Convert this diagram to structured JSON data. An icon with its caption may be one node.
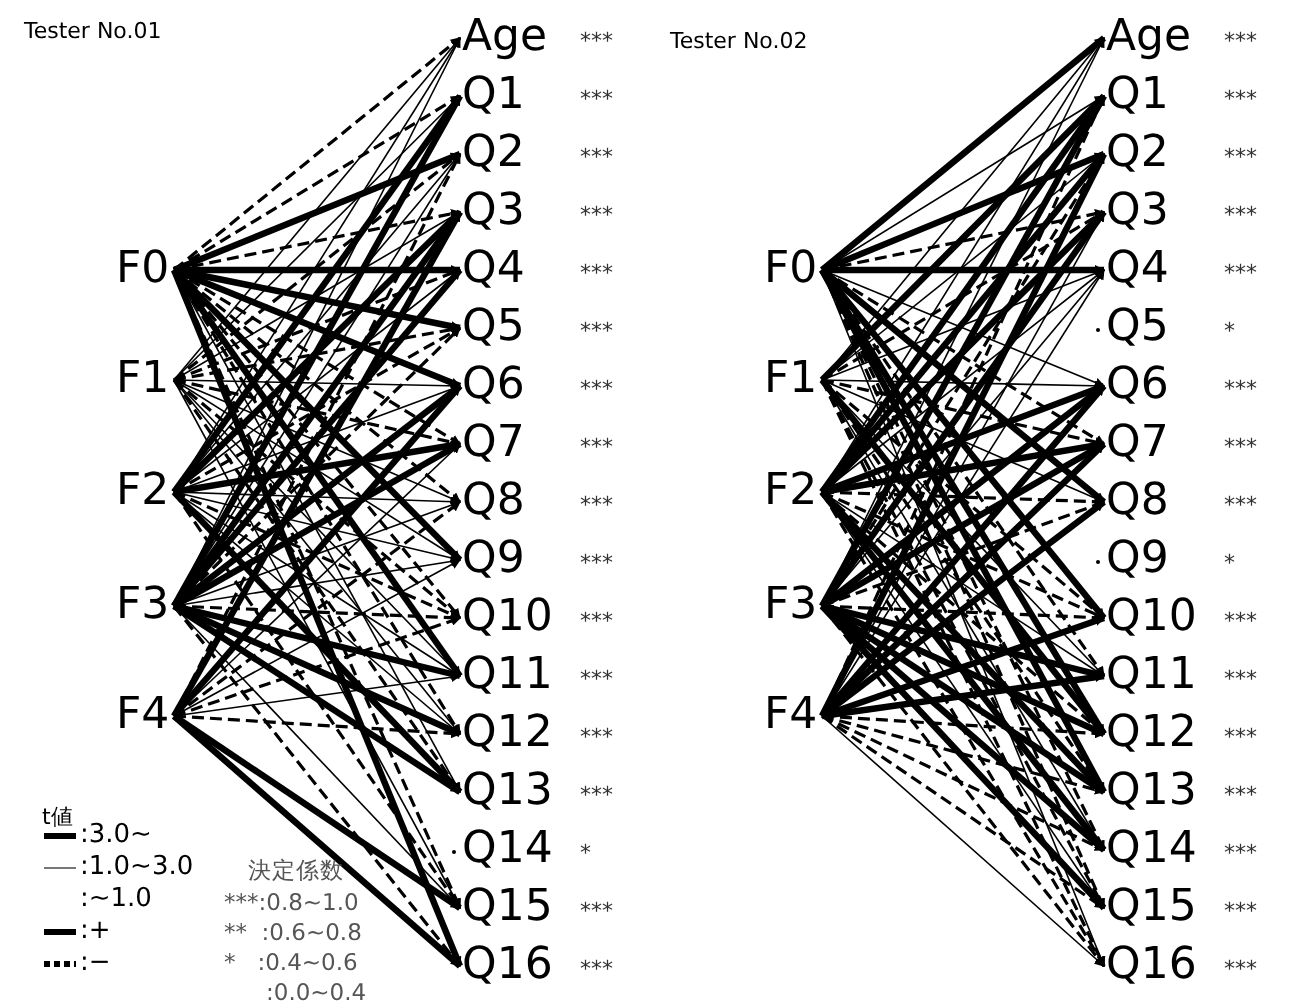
{
  "diagram": {
    "nodes": [
      {
        "text": [
          "F0"
        ]
      },
      {
        "text": [
          "F1"
        ]
      },
      {
        "text": [
          "F2"
        ]
      },
      {
        "text": [
          "F3"
        ]
      },
      {
        "text": [
          "F4"
        ]
      },
      {
        "text": [
          "Age"
        ],
        "beside": [
          "***"
        ]
      },
      {
        "text": [
          "Q1"
        ],
        "beside": [
          "***"
        ]
      },
      {
        "text": [
          "Q2"
        ],
        "beside": [
          "***"
        ]
      },
      {
        "text": [
          "Q3"
        ],
        "beside": [
          "***"
        ]
      },
      {
        "text": [
          "Q4"
        ],
        "beside": [
          "***"
        ]
      },
      {
        "text": [
          "Q5"
        ],
        "beside": [
          "***"
        ]
      },
      {
        "text": [
          "Q6"
        ],
        "beside": [
          "***"
        ]
      },
      {
        "text": [
          "Q7"
        ],
        "beside": [
          "***"
        ]
      },
      {
        "text": [
          "Q8"
        ],
        "beside": [
          "***"
        ]
      },
      {
        "text": [
          "Q9"
        ],
        "beside": [
          "***"
        ]
      },
      {
        "text": [
          "Q10"
        ],
        "beside": [
          "***"
        ]
      },
      {
        "text": [
          "Q11"
        ],
        "beside": [
          "***"
        ]
      },
      {
        "text": [
          "Q12"
        ],
        "beside": [
          "***"
        ]
      },
      {
        "text": [
          "Q13"
        ],
        "beside": [
          "***"
        ]
      },
      {
        "text": [
          "Q14"
        ],
        "beside": [
          "*"
        ]
      },
      {
        "text": [
          "Q15"
        ],
        "beside": [
          "***"
        ]
      },
      {
        "text": [
          "Q16"
        ],
        "beside": [
          "***"
        ]
      },
      {
        "text": [
          "F0"
        ]
      },
      {
        "text": [
          "F1"
        ]
      },
      {
        "text": [
          "F2"
        ]
      },
      {
        "text": [
          "F3"
        ]
      },
      {
        "text": [
          "F4"
        ]
      },
      {
        "text": [
          "Age"
        ],
        "beside": [
          "***"
        ]
      },
      {
        "text": [
          "Q1"
        ],
        "beside": [
          "***"
        ]
      },
      {
        "text": [
          "Q2"
        ],
        "beside": [
          "***"
        ]
      },
      {
        "text": [
          "Q3"
        ],
        "beside": [
          "***"
        ]
      },
      {
        "text": [
          "Q4"
        ],
        "beside": [
          "***"
        ]
      },
      {
        "text": [
          "Q5"
        ],
        "beside": [
          "*"
        ]
      },
      {
        "text": [
          "Q6"
        ],
        "beside": [
          "***"
        ]
      },
      {
        "text": [
          "Q7"
        ],
        "beside": [
          "***"
        ]
      },
      {
        "text": [
          "Q8"
        ],
        "beside": [
          "***"
        ]
      },
      {
        "text": [
          "Q9"
        ],
        "beside": [
          "*"
        ]
      },
      {
        "text": [
          "Q10"
        ],
        "beside": [
          "***"
        ]
      },
      {
        "text": [
          "Q11"
        ],
        "beside": [
          "***"
        ]
      },
      {
        "text": [
          "Q12"
        ],
        "beside": [
          "***"
        ]
      },
      {
        "text": [
          "Q13"
        ],
        "beside": [
          "***"
        ]
      },
      {
        "text": [
          "Q14"
        ],
        "beside": [
          "***"
        ]
      },
      {
        "text": [
          "Q15"
        ],
        "beside": [
          "***"
        ]
      },
      {
        "text": [
          "Q16"
        ],
        "beside": [
          "***"
        ]
      }
    ],
    "edges": [
      {
        "from": 0,
        "to": 5,
        "arrow": "to",
        "style": "dashed"
      },
      {
        "from": 0,
        "to": 6,
        "arrow": "to",
        "style": "dashed"
      },
      {
        "from": 0,
        "to": 7,
        "arrow": "to",
        "style": "thick"
      },
      {
        "from": 0,
        "to": 8,
        "arrow": "to",
        "style": "dashed"
      },
      {
        "from": 0,
        "to": 9,
        "arrow": "to",
        "style": "thick"
      },
      {
        "from": 0,
        "to": 10,
        "arrow": "to",
        "style": "thick"
      },
      {
        "from": 0,
        "to": 11,
        "arrow": "to",
        "style": "thick"
      },
      {
        "from": 0,
        "to": 12,
        "arrow": "to",
        "style": "dashed"
      },
      {
        "from": 0,
        "to": 13,
        "arrow": "to",
        "style": "dashed"
      },
      {
        "from": 0,
        "to": 14,
        "arrow": "to",
        "style": "thick"
      },
      {
        "from": 0,
        "to": 15,
        "arrow": "to",
        "style": "dashed"
      },
      {
        "from": 0,
        "to": 16,
        "arrow": "to",
        "style": "thick"
      },
      {
        "from": 0,
        "to": 17,
        "arrow": "to",
        "style": "dashed"
      },
      {
        "from": 0,
        "to": 18,
        "arrow": "to"
      },
      {
        "from": 0,
        "to": 20,
        "arrow": "to",
        "style": "dashed"
      },
      {
        "from": 0,
        "to": 21,
        "arrow": "to",
        "style": "thick"
      },
      {
        "from": 1,
        "to": 5,
        "arrow": "to"
      },
      {
        "from": 1,
        "to": 6,
        "arrow": "to"
      },
      {
        "from": 1,
        "to": 7,
        "arrow": "to",
        "style": "dashed"
      },
      {
        "from": 1,
        "to": 8,
        "arrow": "to"
      },
      {
        "from": 1,
        "to": 9,
        "arrow": "to",
        "style": "dashed"
      },
      {
        "from": 1,
        "to": 10,
        "arrow": "to",
        "style": "dashed"
      },
      {
        "from": 1,
        "to": 11,
        "arrow": "to"
      },
      {
        "from": 1,
        "to": 12,
        "arrow": "to",
        "style": "dashed"
      },
      {
        "from": 1,
        "to": 13,
        "arrow": "to"
      },
      {
        "from": 1,
        "to": 14,
        "arrow": "to"
      },
      {
        "from": 1,
        "to": 15,
        "arrow": "to",
        "style": "dashed"
      },
      {
        "from": 1,
        "to": 16,
        "arrow": "to"
      },
      {
        "from": 1,
        "to": 17,
        "arrow": "to"
      },
      {
        "from": 1,
        "to": 18,
        "arrow": "to",
        "style": "dashed"
      },
      {
        "from": 1,
        "to": 20,
        "arrow": "to"
      },
      {
        "from": 2,
        "to": 5,
        "arrow": "to"
      },
      {
        "from": 2,
        "to": 6,
        "arrow": "to",
        "style": "thick"
      },
      {
        "from": 2,
        "to": 7,
        "arrow": "to"
      },
      {
        "from": 2,
        "to": 8,
        "arrow": "to",
        "style": "thick"
      },
      {
        "from": 2,
        "to": 9,
        "arrow": "to"
      },
      {
        "from": 2,
        "to": 10,
        "arrow": "to",
        "style": "dashed"
      },
      {
        "from": 2,
        "to": 11,
        "arrow": "to"
      },
      {
        "from": 2,
        "to": 12,
        "arrow": "to",
        "style": "thick"
      },
      {
        "from": 2,
        "to": 13,
        "arrow": "to"
      },
      {
        "from": 2,
        "to": 14,
        "arrow": "to"
      },
      {
        "from": 2,
        "to": 15,
        "arrow": "to",
        "style": "dashed"
      },
      {
        "from": 2,
        "to": 16,
        "arrow": "to"
      },
      {
        "from": 2,
        "to": 17,
        "arrow": "to"
      },
      {
        "from": 2,
        "to": 18,
        "arrow": "to",
        "style": "thick"
      },
      {
        "from": 2,
        "to": 20,
        "arrow": "to",
        "style": "dashed"
      },
      {
        "from": 3,
        "to": 5,
        "arrow": "to"
      },
      {
        "from": 3,
        "to": 6,
        "arrow": "to",
        "style": "thick"
      },
      {
        "from": 3,
        "to": 7,
        "arrow": "to"
      },
      {
        "from": 3,
        "to": 8,
        "arrow": "to",
        "style": "thick"
      },
      {
        "from": 3,
        "to": 9,
        "arrow": "to",
        "style": "thick"
      },
      {
        "from": 3,
        "to": 10,
        "arrow": "to",
        "style": "dashed"
      },
      {
        "from": 3,
        "to": 11,
        "arrow": "to",
        "style": "thick"
      },
      {
        "from": 3,
        "to": 12,
        "arrow": "to",
        "style": "thick"
      },
      {
        "from": 3,
        "to": 13,
        "arrow": "to"
      },
      {
        "from": 3,
        "to": 14,
        "arrow": "to"
      },
      {
        "from": 3,
        "to": 15,
        "arrow": "to",
        "style": "dashed"
      },
      {
        "from": 3,
        "to": 16,
        "arrow": "to",
        "style": "thick"
      },
      {
        "from": 3,
        "to": 17,
        "arrow": "to",
        "style": "thick"
      },
      {
        "from": 3,
        "to": 18,
        "arrow": "to",
        "style": "thick"
      },
      {
        "from": 3,
        "to": 20,
        "arrow": "to"
      },
      {
        "from": 3,
        "to": 21,
        "arrow": "to",
        "style": "dashed"
      },
      {
        "from": 4,
        "to": 7,
        "arrow": "to",
        "style": "dashed"
      },
      {
        "from": 4,
        "to": 8,
        "arrow": "to",
        "style": "thick"
      },
      {
        "from": 4,
        "to": 11,
        "arrow": "to",
        "style": "thick"
      },
      {
        "from": 4,
        "to": 12,
        "arrow": "to"
      },
      {
        "from": 4,
        "to": 13,
        "arrow": "to",
        "style": "dashed"
      },
      {
        "from": 4,
        "to": 14,
        "arrow": "to"
      },
      {
        "from": 4,
        "to": 15,
        "arrow": "to",
        "style": "dashed"
      },
      {
        "from": 4,
        "to": 16,
        "arrow": "to"
      },
      {
        "from": 4,
        "to": 17,
        "arrow": "to",
        "style": "dashed"
      },
      {
        "from": 4,
        "to": 20,
        "arrow": "to",
        "style": "thick"
      },
      {
        "from": 4,
        "to": 21,
        "arrow": "to",
        "style": "thick"
      },
      {
        "from": 22,
        "to": 27,
        "arrow": "to",
        "style": "thick"
      },
      {
        "from": 22,
        "to": 28,
        "arrow": "to"
      },
      {
        "from": 22,
        "to": 29,
        "arrow": "to",
        "style": "thick"
      },
      {
        "from": 22,
        "to": 30,
        "arrow": "to",
        "style": "dashed"
      },
      {
        "from": 22,
        "to": 31,
        "arrow": "to",
        "style": "thick"
      },
      {
        "from": 22,
        "to": 33,
        "arrow": "to"
      },
      {
        "from": 22,
        "to": 34,
        "arrow": "to",
        "style": "dashed"
      },
      {
        "from": 22,
        "to": 35,
        "arrow": "to",
        "style": "thick"
      },
      {
        "from": 22,
        "to": 37,
        "arrow": "to",
        "style": "thick"
      },
      {
        "from": 22,
        "to": 38,
        "arrow": "to",
        "style": "dashed"
      },
      {
        "from": 22,
        "to": 39,
        "arrow": "to",
        "style": "thick"
      },
      {
        "from": 22,
        "to": 40,
        "arrow": "to",
        "style": "thick"
      },
      {
        "from": 22,
        "to": 41,
        "arrow": "to",
        "style": "dashed"
      },
      {
        "from": 22,
        "to": 42,
        "arrow": "to",
        "style": "dashed"
      },
      {
        "from": 22,
        "to": 43,
        "arrow": "to"
      },
      {
        "from": 23,
        "to": 27,
        "arrow": "to"
      },
      {
        "from": 23,
        "to": 28,
        "arrow": "to",
        "style": "thick"
      },
      {
        "from": 23,
        "to": 29,
        "arrow": "to"
      },
      {
        "from": 23,
        "to": 30,
        "arrow": "to",
        "style": "dashed"
      },
      {
        "from": 23,
        "to": 31,
        "arrow": "to"
      },
      {
        "from": 23,
        "to": 33,
        "arrow": "to"
      },
      {
        "from": 23,
        "to": 34,
        "arrow": "to",
        "style": "dashed"
      },
      {
        "from": 23,
        "to": 35,
        "arrow": "to"
      },
      {
        "from": 23,
        "to": 37,
        "arrow": "to",
        "style": "dashed"
      },
      {
        "from": 23,
        "to": 38,
        "arrow": "to"
      },
      {
        "from": 23,
        "to": 39,
        "arrow": "to",
        "style": "thick"
      },
      {
        "from": 23,
        "to": 40,
        "arrow": "to",
        "style": "dashed"
      },
      {
        "from": 23,
        "to": 41,
        "arrow": "to"
      },
      {
        "from": 23,
        "to": 42,
        "arrow": "to",
        "style": "dashed"
      },
      {
        "from": 23,
        "to": 43,
        "arrow": "to",
        "style": "dashed"
      },
      {
        "from": 24,
        "to": 27,
        "arrow": "to"
      },
      {
        "from": 24,
        "to": 28,
        "arrow": "to",
        "style": "thick"
      },
      {
        "from": 24,
        "to": 29,
        "arrow": "to",
        "style": "thick"
      },
      {
        "from": 24,
        "to": 30,
        "arrow": "to",
        "style": "thick"
      },
      {
        "from": 24,
        "to": 31,
        "arrow": "to"
      },
      {
        "from": 24,
        "to": 33,
        "arrow": "to",
        "style": "thick"
      },
      {
        "from": 24,
        "to": 34,
        "arrow": "to",
        "style": "thick"
      },
      {
        "from": 24,
        "to": 35,
        "arrow": "to",
        "style": "dashed"
      },
      {
        "from": 24,
        "to": 37,
        "arrow": "to",
        "style": "dashed"
      },
      {
        "from": 24,
        "to": 38,
        "arrow": "to"
      },
      {
        "from": 24,
        "to": 39,
        "arrow": "to",
        "style": "dashed"
      },
      {
        "from": 24,
        "to": 40,
        "arrow": "to",
        "style": "thick"
      },
      {
        "from": 24,
        "to": 41,
        "arrow": "to",
        "style": "thick"
      },
      {
        "from": 24,
        "to": 42,
        "arrow": "to"
      },
      {
        "from": 24,
        "to": 43,
        "arrow": "to",
        "style": "dashed"
      },
      {
        "from": 25,
        "to": 27,
        "arrow": "to"
      },
      {
        "from": 25,
        "to": 28,
        "arrow": "to",
        "style": "thick"
      },
      {
        "from": 25,
        "to": 29,
        "arrow": "to",
        "style": "dashed"
      },
      {
        "from": 25,
        "to": 30,
        "arrow": "to",
        "style": "thick"
      },
      {
        "from": 25,
        "to": 31,
        "arrow": "to"
      },
      {
        "from": 25,
        "to": 33,
        "arrow": "to",
        "style": "thick"
      },
      {
        "from": 25,
        "to": 34,
        "arrow": "to",
        "style": "thick"
      },
      {
        "from": 25,
        "to": 35,
        "arrow": "to",
        "style": "dashed"
      },
      {
        "from": 25,
        "to": 37,
        "arrow": "to",
        "style": "dashed"
      },
      {
        "from": 25,
        "to": 38,
        "arrow": "to",
        "style": "thick"
      },
      {
        "from": 25,
        "to": 39,
        "arrow": "to",
        "style": "thick"
      },
      {
        "from": 25,
        "to": 40,
        "arrow": "to",
        "style": "thick"
      },
      {
        "from": 25,
        "to": 41,
        "arrow": "to",
        "style": "thick"
      },
      {
        "from": 25,
        "to": 42,
        "arrow": "to",
        "style": "thick"
      },
      {
        "from": 25,
        "to": 43,
        "arrow": "to",
        "style": "dashed"
      },
      {
        "from": 26,
        "to": 28,
        "arrow": "to",
        "style": "dashed"
      },
      {
        "from": 26,
        "to": 29,
        "arrow": "to",
        "style": "thick"
      },
      {
        "from": 26,
        "to": 30,
        "arrow": "to"
      },
      {
        "from": 26,
        "to": 31,
        "arrow": "to"
      },
      {
        "from": 26,
        "to": 33,
        "arrow": "to",
        "style": "thick"
      },
      {
        "from": 26,
        "to": 34,
        "arrow": "to",
        "style": "thick"
      },
      {
        "from": 26,
        "to": 35,
        "arrow": "to",
        "style": "thick"
      },
      {
        "from": 26,
        "to": 37,
        "arrow": "to",
        "style": "thick"
      },
      {
        "from": 26,
        "to": 38,
        "arrow": "to",
        "style": "thick"
      },
      {
        "from": 26,
        "to": 39,
        "arrow": "to",
        "style": "dashed"
      },
      {
        "from": 26,
        "to": 40,
        "arrow": "to",
        "style": "dashed"
      },
      {
        "from": 26,
        "to": 41,
        "arrow": "to",
        "style": "dashed"
      },
      {
        "from": 26,
        "to": 42,
        "arrow": "to",
        "style": "dashed"
      },
      {
        "from": 26,
        "to": 43,
        "arrow": "to"
      }
    ],
    "labels": [
      "Tester No.01",
      "Tester No.02",
      "t値",
      "決定係数",
      "***:0.8~1.0",
      "**  :0.6~0.8",
      "*   :0.4~0.6",
      ":0.0~0.4"
    ],
    "legend": [
      {
        "text": ":3.0~"
      },
      {
        "text": ":1.0~3.0"
      },
      {
        "text": ":~1.0"
      },
      {
        "text": ":+"
      },
      {
        "text": ":−"
      }
    ]
  }
}
